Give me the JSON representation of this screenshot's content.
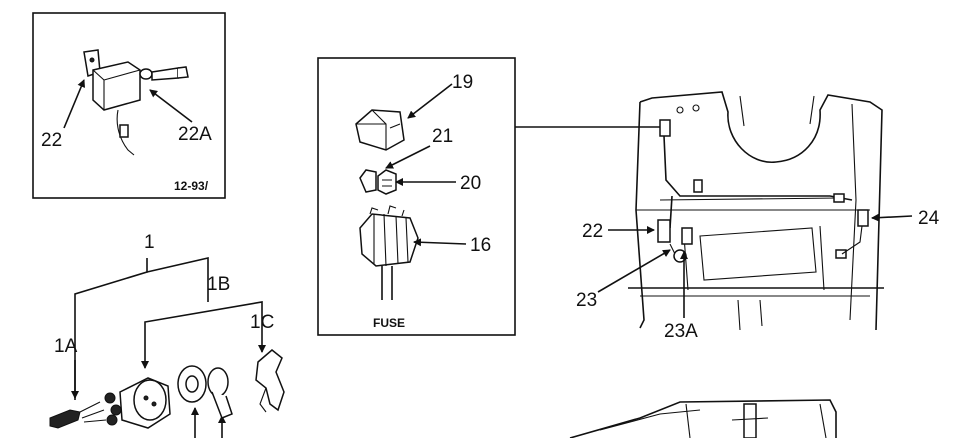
{
  "inset": {
    "parts": [
      "22",
      "22A"
    ],
    "code": "12-93/"
  },
  "fuse_box": {
    "parts": [
      "19",
      "21",
      "20",
      "16"
    ],
    "title": "FUSE"
  },
  "key_switch": {
    "parts": [
      "1",
      "1A",
      "1B",
      "1C"
    ]
  },
  "panel": {
    "parts": [
      "22",
      "24",
      "23",
      "23A"
    ]
  }
}
